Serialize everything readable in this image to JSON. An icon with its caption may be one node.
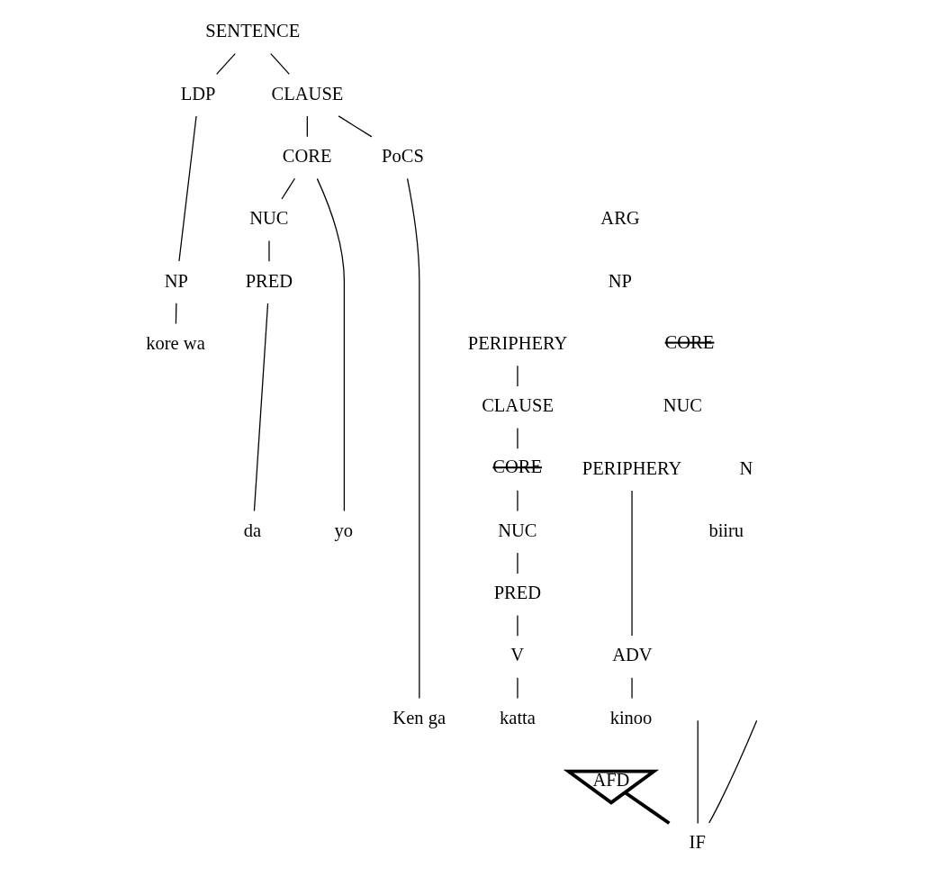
{
  "diagram": {
    "nodes": [
      {
        "text": [
          "SENTENCE"
        ]
      },
      {
        "text": [
          "LDP"
        ]
      },
      {
        "text": [
          "CLAUSE"
        ]
      },
      {
        "text": [
          "CORE"
        ]
      },
      {
        "text": [
          "PoCS"
        ]
      },
      {
        "text": [
          "ARG"
        ]
      },
      {
        "text": [
          "NUC"
        ]
      },
      {
        "text": [
          "NP"
        ]
      },
      {
        "text": [
          "NP"
        ]
      },
      {
        "text": [
          "PRED"
        ]
      },
      {
        "text": [
          "kore wa"
        ]
      },
      {
        "text": [
          "PERIPHERY"
        ]
      },
      {
        "text": [
          "CORE"
        ]
      },
      {
        "text": [
          "CLAUSE"
        ]
      },
      {
        "text": [
          "NUC"
        ]
      },
      {
        "text": [
          "PERIPHERY"
        ]
      },
      {
        "text": [
          "CORE"
        ]
      },
      {
        "text": [
          "N"
        ]
      },
      {
        "text": [
          "NUC"
        ]
      },
      {
        "text": [
          "biiru"
        ]
      },
      {
        "text": [
          "da"
        ]
      },
      {
        "text": [
          "yo"
        ]
      },
      {
        "text": [
          "PRED"
        ]
      },
      {
        "text": [
          "ADV"
        ]
      },
      {
        "text": [
          "V"
        ]
      },
      {
        "text": [
          "kinoo"
        ]
      },
      {
        "text": [
          "katta"
        ]
      },
      {
        "text": [
          "Ken ga"
        ]
      },
      {
        "text": [
          "AFD"
        ]
      },
      {
        "text": [
          "IF"
        ]
      }
    ],
    "edges": [
      {
        "from": 0,
        "to": 1,
        "arrow": "none"
      },
      {
        "from": 0,
        "to": 2,
        "arrow": "none"
      },
      {
        "from": 2,
        "to": 3,
        "arrow": "none"
      },
      {
        "from": 2,
        "to": 4,
        "arrow": "none"
      },
      {
        "from": 3,
        "to": 6,
        "arrow": "none"
      },
      {
        "from": 3,
        "to": 21,
        "arrow": "none"
      },
      {
        "from": 6,
        "to": 9,
        "arrow": "none"
      },
      {
        "from": 9,
        "to": 20,
        "arrow": "none"
      },
      {
        "from": 1,
        "to": 7,
        "arrow": "none"
      },
      {
        "from": 7,
        "to": 10,
        "arrow": "none"
      },
      {
        "from": 4,
        "to": 27,
        "arrow": "none"
      },
      {
        "from": 11,
        "to": 13,
        "arrow": "none"
      },
      {
        "from": 13,
        "to": 16,
        "arrow": "none"
      },
      {
        "from": 16,
        "to": 18,
        "arrow": "none"
      },
      {
        "from": 18,
        "to": 22,
        "arrow": "none"
      },
      {
        "from": 22,
        "to": 24,
        "arrow": "none"
      },
      {
        "from": 24,
        "to": 26,
        "arrow": "none"
      },
      {
        "from": 15,
        "to": 23,
        "arrow": "none"
      },
      {
        "from": 23,
        "to": 25,
        "arrow": "none"
      },
      {
        "from": null,
        "to": 29,
        "arrow": "none"
      },
      {
        "from": null,
        "to": 29,
        "arrow": "none"
      },
      {
        "from": 28,
        "to": 29,
        "arrow": "none",
        "style": "thick"
      }
    ]
  }
}
